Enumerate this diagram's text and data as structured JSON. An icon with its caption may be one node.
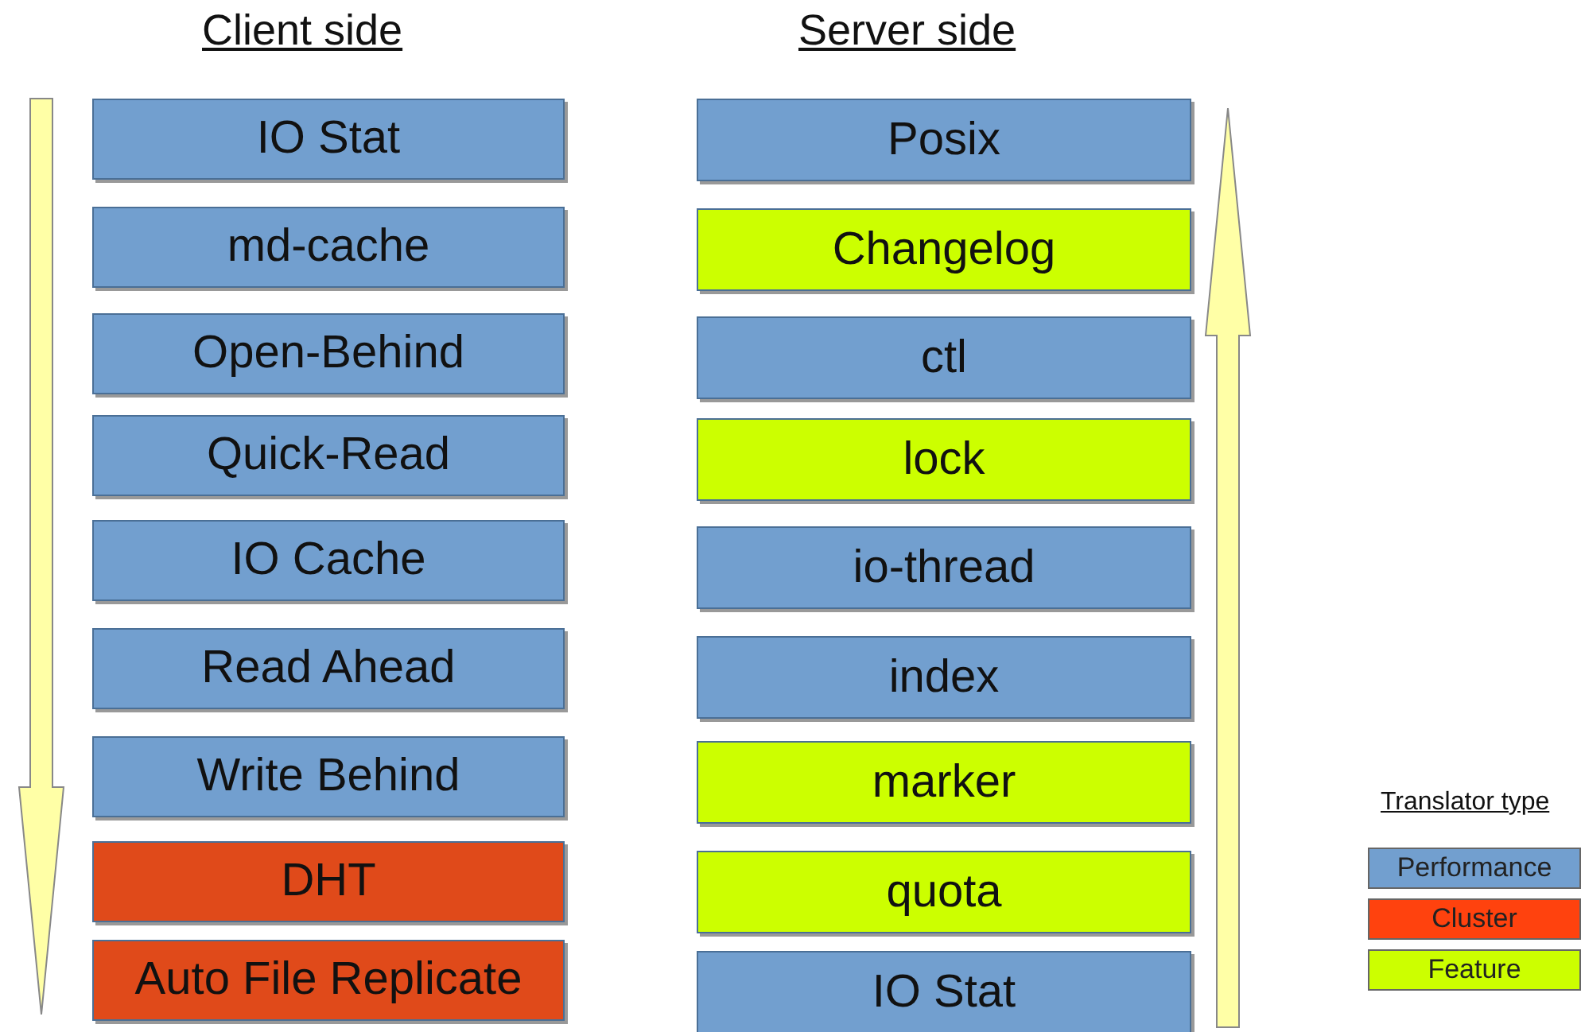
{
  "diagram": {
    "nodes": [
      {
        "text": [
          "IO Stat"
        ]
      },
      {
        "text": [
          "md-cache"
        ]
      },
      {
        "text": [
          "Open-Behind"
        ]
      },
      {
        "text": [
          "Quick-Read"
        ]
      },
      {
        "text": [
          "IO Cache"
        ]
      },
      {
        "text": [
          "Read Ahead"
        ]
      },
      {
        "text": [
          "Write Behind"
        ]
      },
      {
        "text": [
          "DHT"
        ]
      },
      {
        "text": [
          "Auto File Replicate"
        ]
      },
      {
        "text": [
          "Posix"
        ]
      },
      {
        "text": [
          "Changelog"
        ]
      },
      {
        "text": [
          "ctl"
        ]
      },
      {
        "text": [
          "lock"
        ]
      },
      {
        "text": [
          "io-thread"
        ]
      },
      {
        "text": [
          "index"
        ]
      },
      {
        "text": [
          "marker"
        ]
      },
      {
        "text": [
          "quota"
        ]
      },
      {
        "text": [
          "IO Stat"
        ]
      }
    ],
    "edges": [
      {
        "from": 0,
        "to": 8,
        "arrow": "to"
      },
      {
        "from": 17,
        "to": 9,
        "arrow": "to"
      }
    ],
    "labels": [
      "Client side",
      "Server side",
      "Translator type"
    ],
    "legend": [
      {
        "text": "Performance",
        "color": "#729fcf"
      },
      {
        "text": "Cluster",
        "color": "#ff420e"
      },
      {
        "text": "Feature",
        "color": "#ccff00"
      }
    ]
  }
}
